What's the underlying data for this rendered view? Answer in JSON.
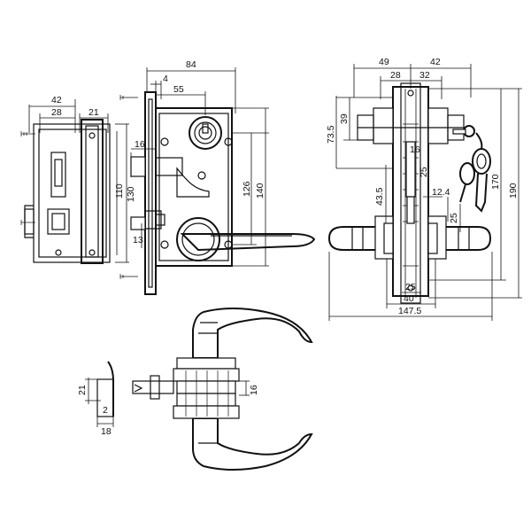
{
  "dimensions": {
    "side_width": "42",
    "side_inner": "28",
    "side_face": "21",
    "side_h1": "110",
    "side_h2": "130",
    "body_width": "84",
    "body_offset": "4",
    "backset": "55",
    "bolt_depth": "16",
    "handle_to_cyl": "126",
    "body_height": "140",
    "latch_h": "13",
    "plate_left": "49",
    "plate_right": "42",
    "plate_l_inner": "28",
    "plate_r_inner": "32",
    "cyl_h": "39",
    "cyl_center": "73.5",
    "spindle_a": "16",
    "spindle_b": "25",
    "spindle_c": "12.4",
    "lever_center": "43.5",
    "lever_h": "25",
    "plate_h": "170",
    "plate_total": "190",
    "base_a": "25",
    "base_b": "40",
    "overall_width": "147.5",
    "strike_h": "21",
    "strike_t": "2",
    "strike_w": "18",
    "strike_16": "16"
  },
  "colors": {
    "line": "#111111",
    "background": "#ffffff"
  }
}
